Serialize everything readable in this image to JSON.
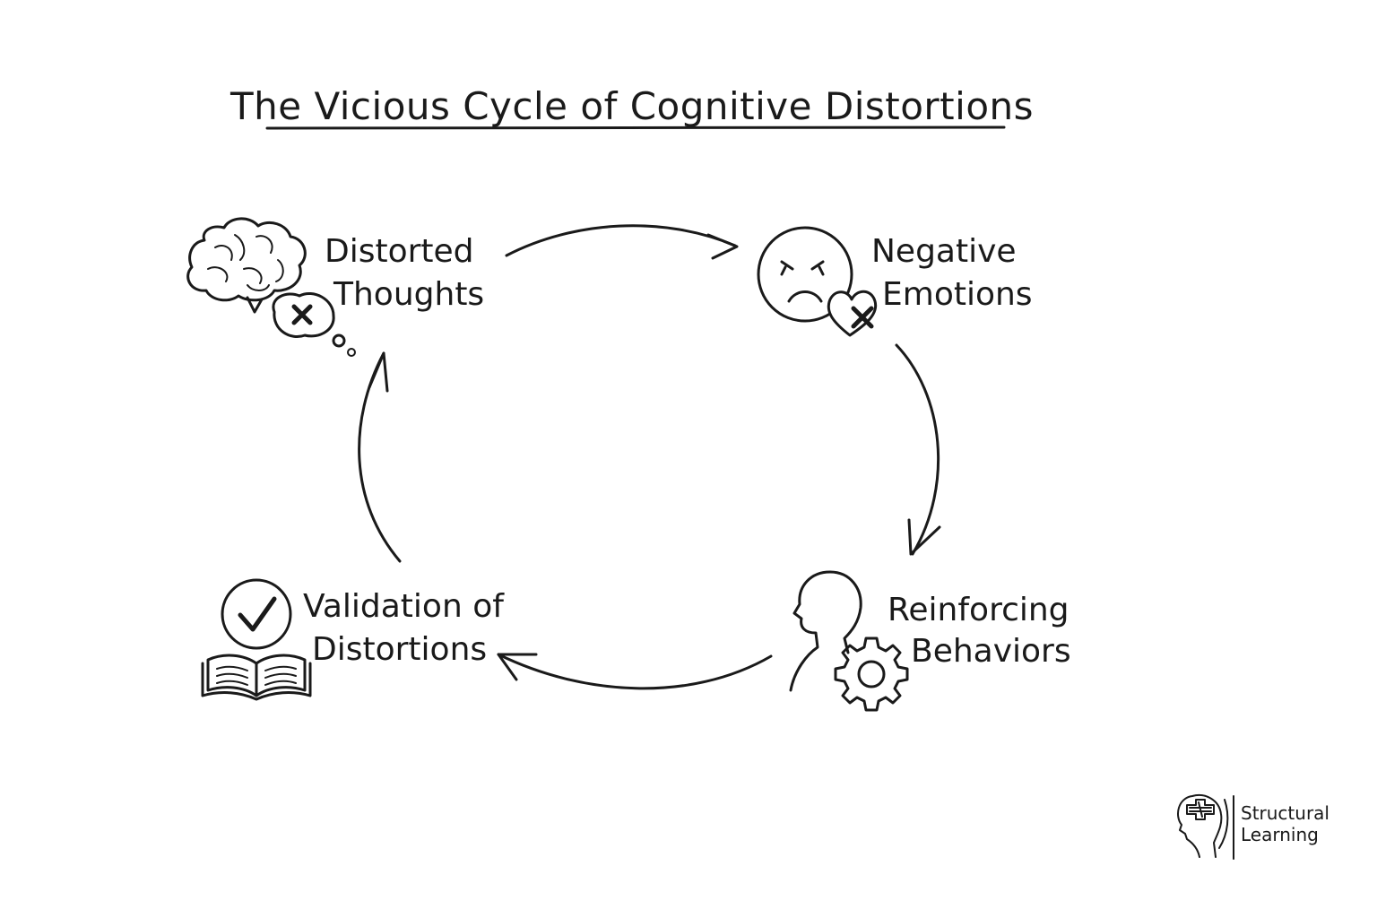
{
  "title": "The Vicious Cycle of Cognitive Distortions",
  "nodes": {
    "distorted_thoughts": {
      "line1": "Distorted",
      "line2": "Thoughts",
      "icon": "brain-thought-bubble-icon"
    },
    "negative_emotions": {
      "line1": "Negative",
      "line2": "Emotions",
      "icon": "sad-face-broken-heart-icon"
    },
    "reinforcing_behaviors": {
      "line1": "Reinforcing",
      "line2": "Behaviors",
      "icon": "head-gear-icon"
    },
    "validation": {
      "line1": "Validation of",
      "line2": "Distortions",
      "icon": "open-book-checkmark-icon"
    }
  },
  "brand": {
    "line1": "Structural",
    "line2": "Learning",
    "icon": "head-puzzle-logo-icon"
  },
  "colors": {
    "ink": "#1a1a1a",
    "background": "#ffffff"
  }
}
